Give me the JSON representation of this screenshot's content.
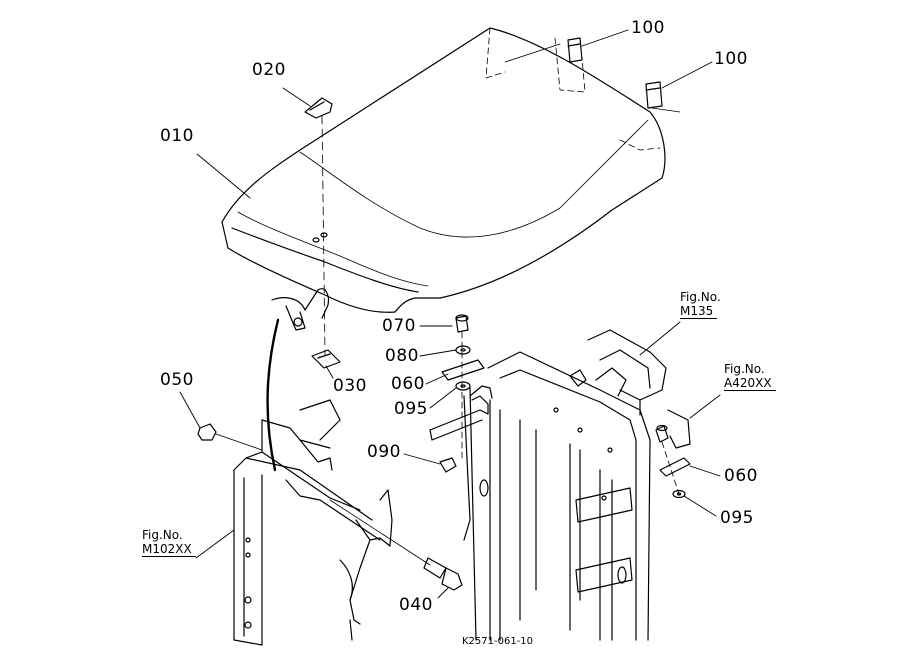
{
  "drawing_code": "K2571-061-10",
  "callouts": [
    {
      "id": "c010",
      "text": "010"
    },
    {
      "id": "c020",
      "text": "020"
    },
    {
      "id": "c100a",
      "text": "100"
    },
    {
      "id": "c100b",
      "text": "100"
    },
    {
      "id": "c070",
      "text": "070"
    },
    {
      "id": "c080",
      "text": "080"
    },
    {
      "id": "c060a",
      "text": "060"
    },
    {
      "id": "c095a",
      "text": "095"
    },
    {
      "id": "c090",
      "text": "090"
    },
    {
      "id": "c030",
      "text": "030"
    },
    {
      "id": "c050",
      "text": "050"
    },
    {
      "id": "c040",
      "text": "040"
    },
    {
      "id": "c060b",
      "text": "060"
    },
    {
      "id": "c095b",
      "text": "095"
    }
  ],
  "figure_refs": [
    {
      "id": "m135",
      "label": "Fig.No.",
      "ref": "M135"
    },
    {
      "id": "a420",
      "label": "Fig.No.",
      "ref": "A420XX"
    },
    {
      "id": "m102",
      "label": "Fig.No.",
      "ref": "M102XX"
    }
  ]
}
